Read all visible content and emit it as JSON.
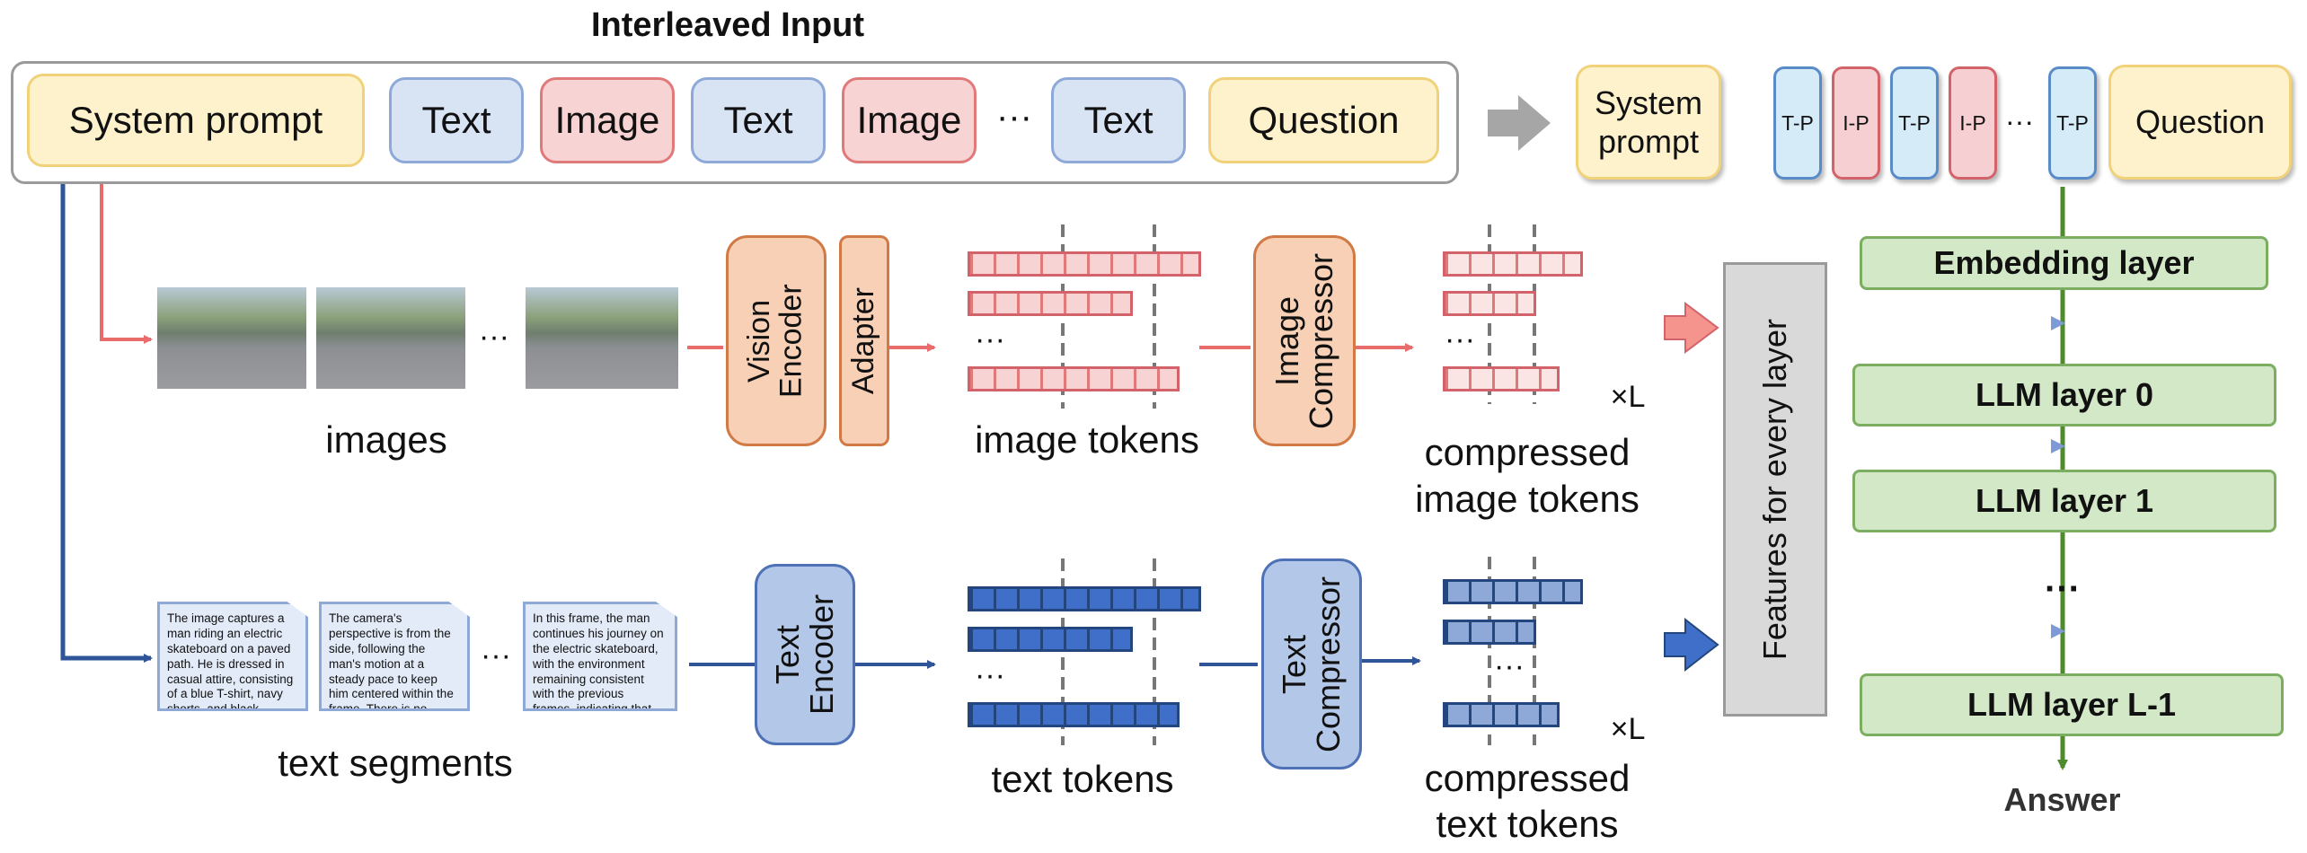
{
  "title": "Interleaved Input",
  "input_row": {
    "system_prompt": "System prompt",
    "items": [
      "Text",
      "Image",
      "Text",
      "Image",
      "Text"
    ],
    "ellipsis": "···",
    "question": "Question"
  },
  "compressed_row": {
    "system_prompt": "System\nprompt",
    "tokens": [
      "T-P",
      "I-P",
      "T-P",
      "I-P",
      "T-P"
    ],
    "ellipsis": "···",
    "question": "Question"
  },
  "image_branch": {
    "images_label": "images",
    "vision_encoder": "Vision Encoder",
    "adapter": "Adapter",
    "image_tokens_label": "image tokens",
    "image_compressor": "Image Compressor",
    "compressed_label": "compressed\nimage tokens",
    "repeat": "×L",
    "ellipsis": "···"
  },
  "text_branch": {
    "segments_label": "text segments",
    "segments": [
      "The image captures a man riding an electric skateboard on a paved path. He is dressed in casual attire, consisting of a blue T-shirt, navy shorts, and black …",
      "The camera's perspective is from the side, following the man's motion at a steady pace to keep him centered within the frame. There is no apparent zooming or panning…",
      "In this frame, the man continues his journey on the electric skateboard, with the environment remaining consistent with the previous frames, indicating that he is …"
    ],
    "text_encoder": "Text Encoder",
    "text_tokens_label": "text tokens",
    "text_compressor": "Text Compressor",
    "compressed_label": "compressed\ntext tokens",
    "repeat": "×L",
    "ellipsis": "···"
  },
  "features_box": "Features for every layer",
  "llm": {
    "embedding": "Embedding layer",
    "layers": [
      "LLM layer 0",
      "LLM layer 1",
      "···",
      "LLM layer L-1"
    ],
    "answer": "Answer"
  },
  "colors": {
    "red_line": "#e86c6c",
    "blue_line": "#2e5597",
    "green_line": "#4f8a2c",
    "gray_arrow": "#a6a6a6"
  }
}
